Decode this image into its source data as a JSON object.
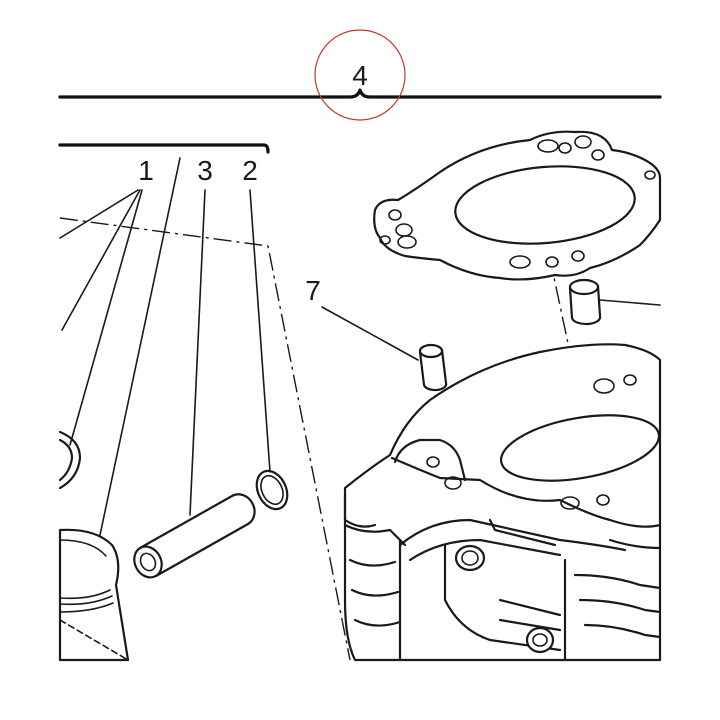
{
  "callouts": {
    "group_number": "4",
    "part_1": "1",
    "part_2": "2",
    "part_3": "3",
    "part_7": "7"
  },
  "colors": {
    "line": "#1a1a1a",
    "highlight_circle": "#c0392b",
    "background": "#ffffff"
  }
}
